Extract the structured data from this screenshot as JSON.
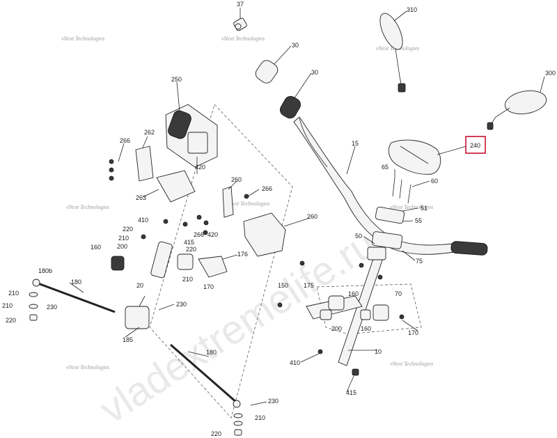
{
  "watermark_small": [
    "vNext Technologies",
    "vNext Technologies",
    "vNext Technologies",
    "vNext Technologies",
    "vNext Technologies",
    "vNext Technologies",
    "vNext Technologies",
    "vNext Technologies"
  ],
  "watermark_big": "vladextremelife.ru",
  "highlight_color": "#c8102e",
  "callouts": [
    {
      "id": "37",
      "text": "37"
    },
    {
      "id": "310",
      "text": "310"
    },
    {
      "id": "30a",
      "text": "30"
    },
    {
      "id": "30b",
      "text": "30"
    },
    {
      "id": "300",
      "text": "300"
    },
    {
      "id": "250",
      "text": "250"
    },
    {
      "id": "240",
      "text": "240"
    },
    {
      "id": "15",
      "text": "15"
    },
    {
      "id": "262",
      "text": "262"
    },
    {
      "id": "266a",
      "text": "266"
    },
    {
      "id": "420a",
      "text": "420"
    },
    {
      "id": "65",
      "text": "65"
    },
    {
      "id": "60",
      "text": "60"
    },
    {
      "id": "260a",
      "text": "260"
    },
    {
      "id": "266b",
      "text": "266"
    },
    {
      "id": "263",
      "text": "263"
    },
    {
      "id": "51",
      "text": "51"
    },
    {
      "id": "55",
      "text": "55"
    },
    {
      "id": "410a",
      "text": "410"
    },
    {
      "id": "266c",
      "text": "266"
    },
    {
      "id": "420b",
      "text": "420"
    },
    {
      "id": "260b",
      "text": "260"
    },
    {
      "id": "220a",
      "text": "220"
    },
    {
      "id": "210a",
      "text": "210"
    },
    {
      "id": "200a",
      "text": "200"
    },
    {
      "id": "415a",
      "text": "415"
    },
    {
      "id": "220b",
      "text": "220"
    },
    {
      "id": "160a",
      "text": "160"
    },
    {
      "id": "50",
      "text": "50"
    },
    {
      "id": "176",
      "text": "176"
    },
    {
      "id": "75",
      "text": "75"
    },
    {
      "id": "20",
      "text": "20"
    },
    {
      "id": "210b",
      "text": "210"
    },
    {
      "id": "170a",
      "text": "170"
    },
    {
      "id": "180b",
      "text": "180b"
    },
    {
      "id": "180a",
      "text": "180"
    },
    {
      "id": "150",
      "text": "150"
    },
    {
      "id": "175",
      "text": "175"
    },
    {
      "id": "160b",
      "text": "160"
    },
    {
      "id": "70",
      "text": "70"
    },
    {
      "id": "210c",
      "text": "210"
    },
    {
      "id": "230a",
      "text": "230"
    },
    {
      "id": "210d",
      "text": "210"
    },
    {
      "id": "220c",
      "text": "220"
    },
    {
      "id": "230b",
      "text": "230"
    },
    {
      "id": "200b",
      "text": "200"
    },
    {
      "id": "160c",
      "text": "160"
    },
    {
      "id": "170b",
      "text": "170"
    },
    {
      "id": "185",
      "text": "185"
    },
    {
      "id": "10",
      "text": "10"
    },
    {
      "id": "410b",
      "text": "410"
    },
    {
      "id": "180c",
      "text": "180"
    },
    {
      "id": "415b",
      "text": "415"
    },
    {
      "id": "230c",
      "text": "230"
    },
    {
      "id": "210e",
      "text": "210"
    },
    {
      "id": "220d",
      "text": "220"
    }
  ]
}
